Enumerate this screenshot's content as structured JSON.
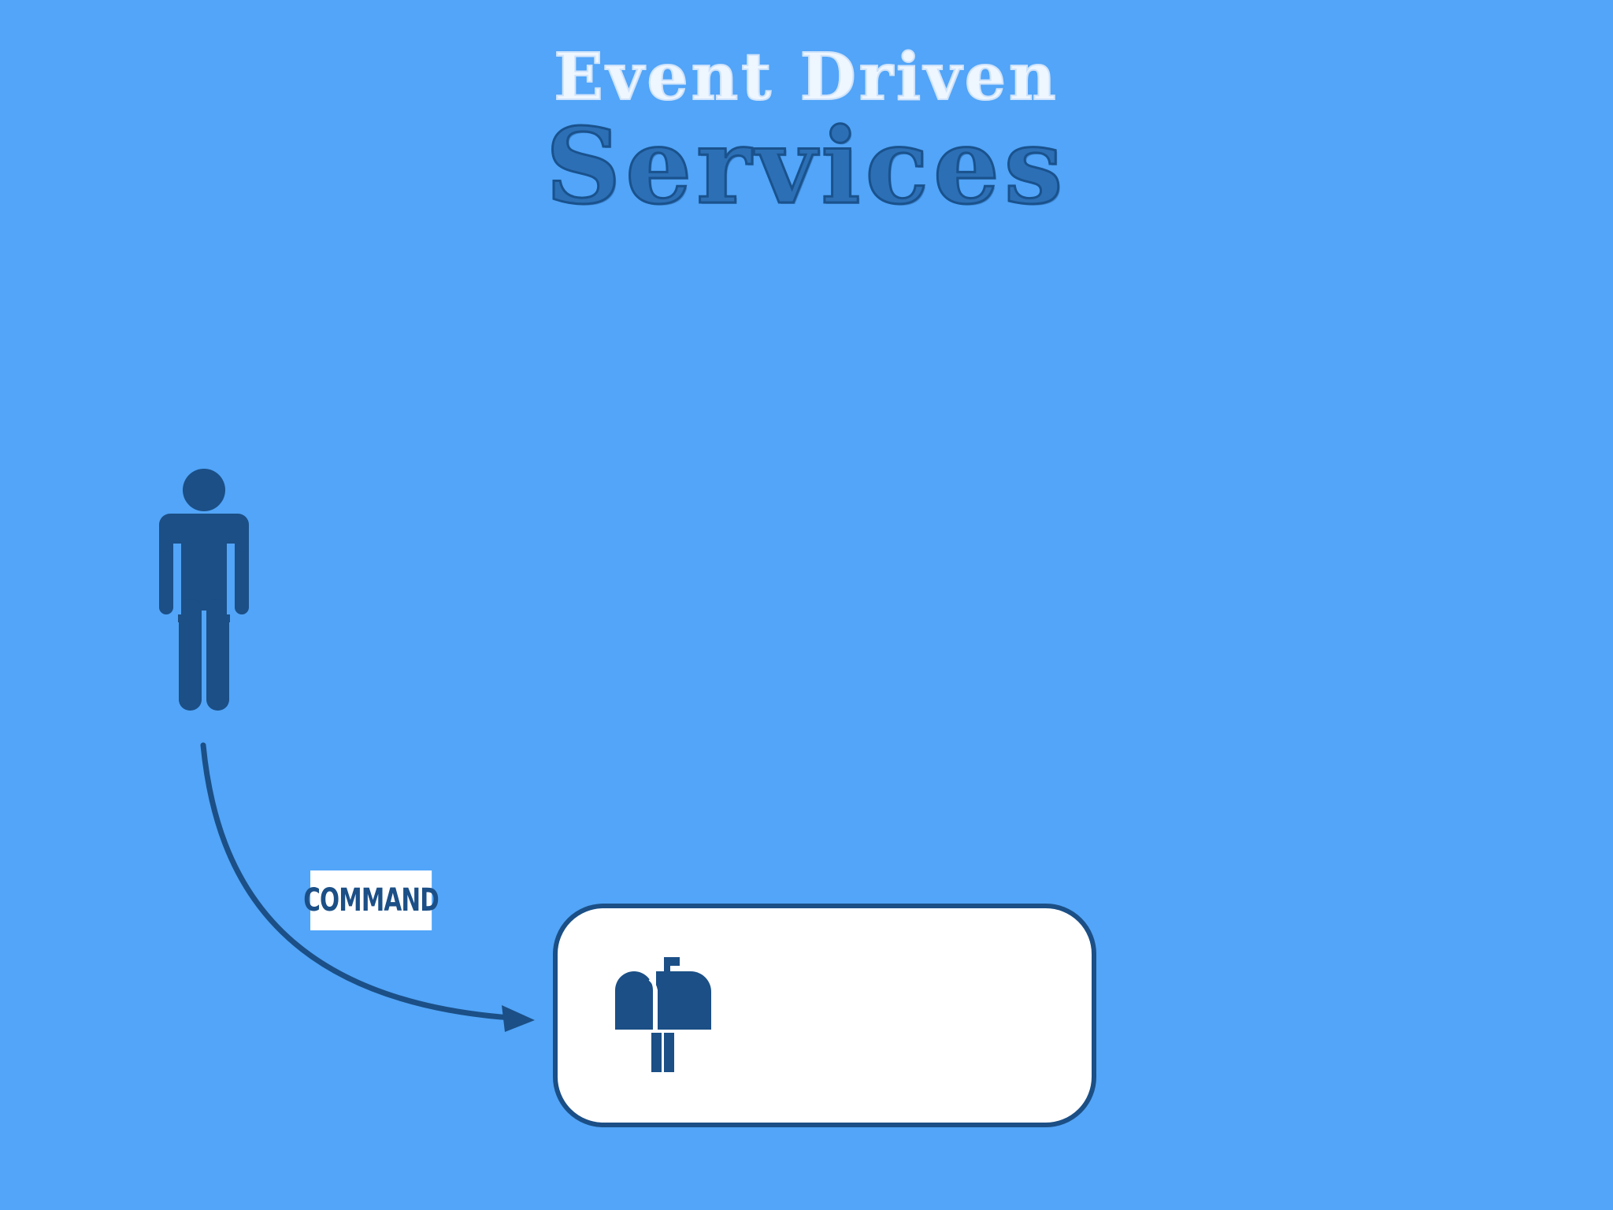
{
  "slide": {
    "title_line1": "Event Driven",
    "title_line2": "Services"
  },
  "diagram": {
    "actor": {
      "icon": "person-icon"
    },
    "message": {
      "label": "COMMAND"
    },
    "service": {
      "icon": "mailbox-icon"
    }
  },
  "colors": {
    "background": "#52a5f8",
    "dark_blue": "#1b4f86",
    "white": "#ffffff"
  }
}
